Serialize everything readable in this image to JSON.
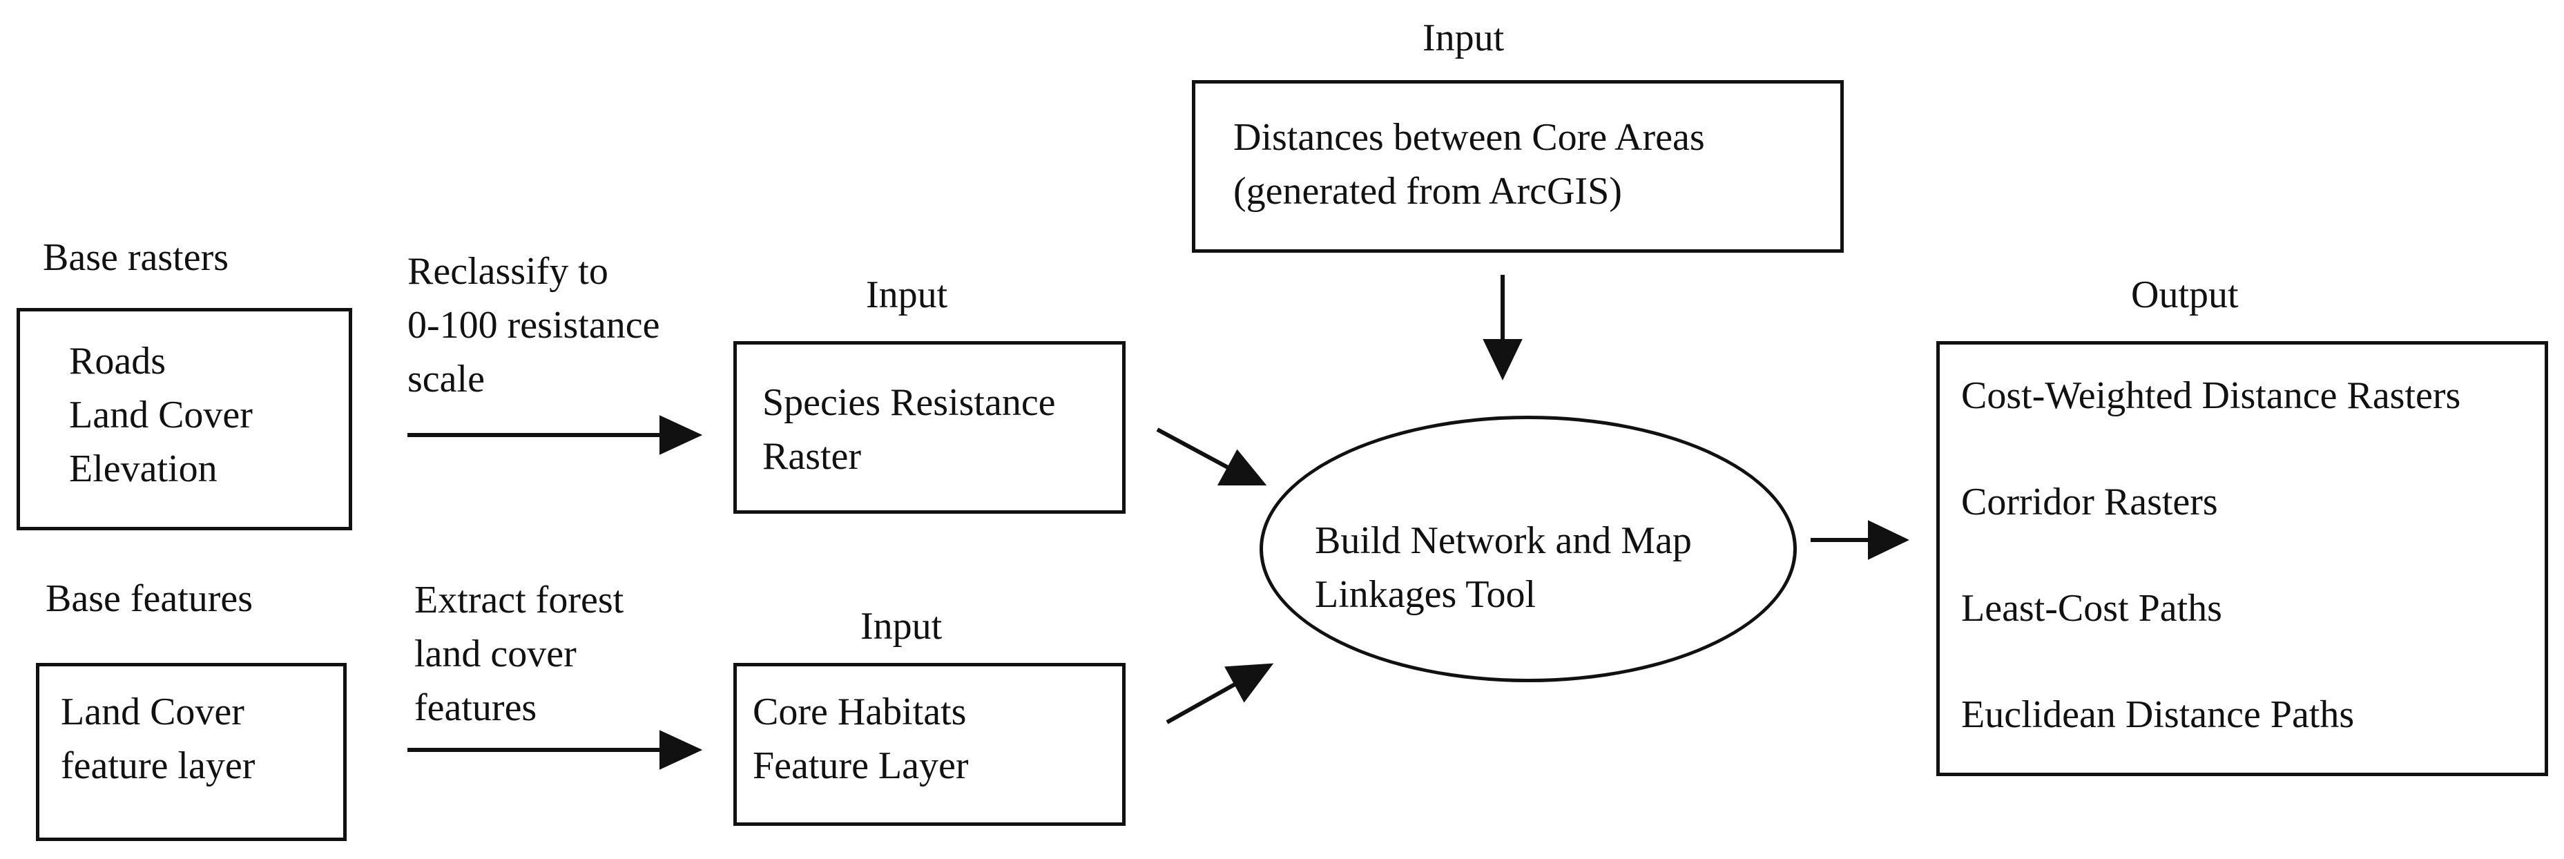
{
  "base_rasters": {
    "heading": "Base rasters",
    "items": [
      "Roads",
      "Land Cover",
      "Elevation"
    ]
  },
  "base_features": {
    "heading": "Base features",
    "items": [
      "Land Cover",
      "feature layer"
    ]
  },
  "reclassify_step": {
    "lines": [
      "Reclassify to",
      "0-100 resistance",
      "scale"
    ]
  },
  "extract_step": {
    "lines": [
      "Extract forest",
      "land cover",
      "features"
    ]
  },
  "species_resistance": {
    "heading": "Input",
    "lines": [
      "Species Resistance",
      "Raster"
    ]
  },
  "core_habitats": {
    "heading": "Input",
    "lines": [
      "Core Habitats",
      "Feature Layer"
    ]
  },
  "distances": {
    "heading": "Input",
    "lines": [
      "Distances between Core Areas",
      "(generated from ArcGIS)"
    ]
  },
  "tool": {
    "lines": [
      "Build Network and Map",
      "Linkages Tool"
    ]
  },
  "output": {
    "heading": "Output",
    "items": [
      "Cost-Weighted Distance Rasters",
      "Corridor Rasters",
      "Least-Cost Paths",
      "Euclidean Distance Paths"
    ]
  }
}
